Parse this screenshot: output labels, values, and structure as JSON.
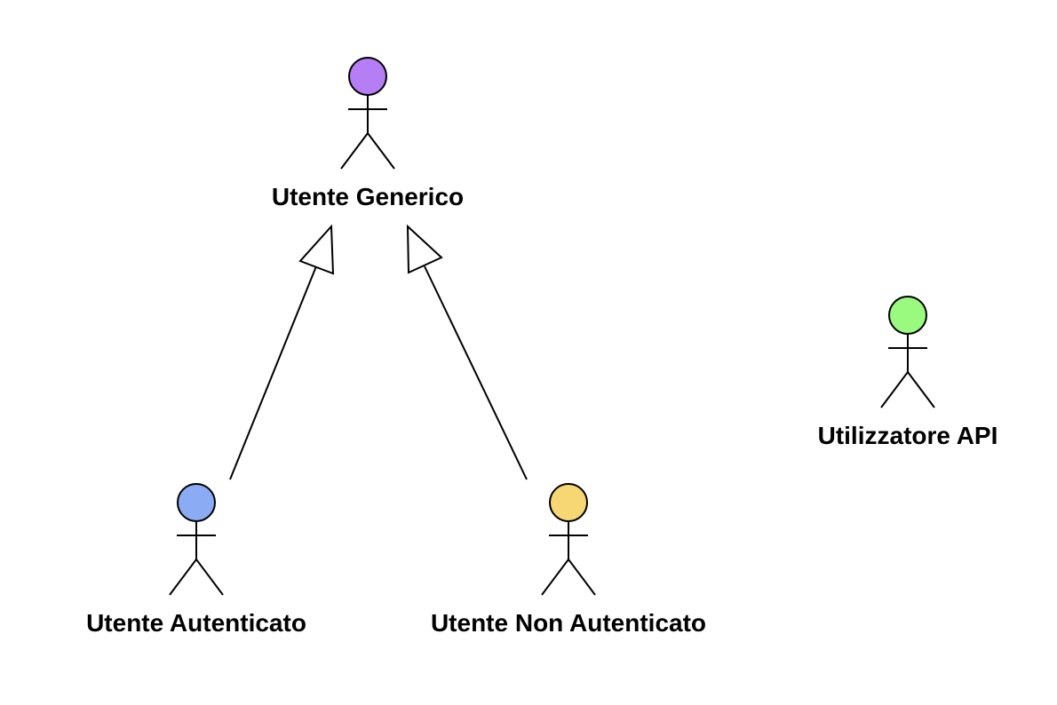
{
  "actors": [
    {
      "id": "generico",
      "label": "Utente Generico",
      "color": "#b57ef5",
      "icon": "stick-figure-icon"
    },
    {
      "id": "autenticato",
      "label": "Utente Autenticato",
      "color": "#8cabf5",
      "icon": "stick-figure-icon"
    },
    {
      "id": "non_autenticato",
      "label": "Utente Non Autenticato",
      "color": "#f7d774",
      "icon": "stick-figure-icon"
    },
    {
      "id": "api",
      "label": "Utilizzatore API",
      "color": "#99fa7f",
      "icon": "stick-figure-icon"
    }
  ],
  "relations": [
    {
      "type": "generalization",
      "from": "autenticato",
      "to": "generico"
    },
    {
      "type": "generalization",
      "from": "non_autenticato",
      "to": "generico"
    }
  ]
}
